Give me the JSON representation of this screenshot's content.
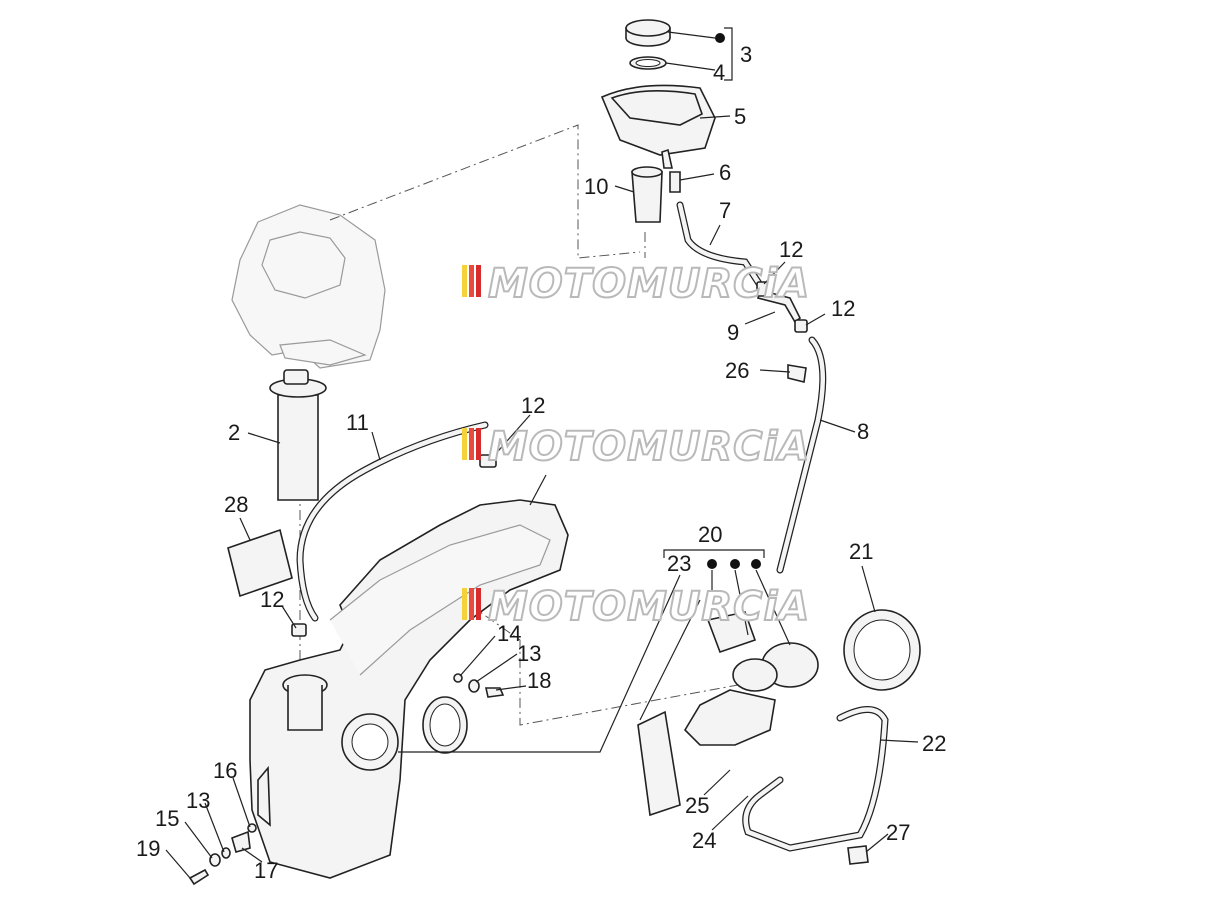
{
  "watermark": "MOTOMURCiA",
  "callouts": [
    "3",
    "4",
    "5",
    "6",
    "7",
    "10",
    "12",
    "9",
    "12",
    "26",
    "8",
    "2",
    "11",
    "12",
    "28",
    "12",
    "20",
    "23",
    "21",
    "14",
    "13",
    "18",
    "22",
    "16",
    "15",
    "13",
    "19",
    "17",
    "25",
    "24",
    "27"
  ]
}
